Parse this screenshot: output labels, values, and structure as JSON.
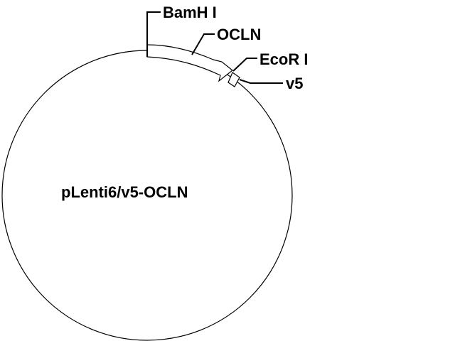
{
  "plasmid": {
    "name": "pLenti6/v5-OCLN"
  },
  "features": {
    "bamhi": "BamH I",
    "ocln": "OCLN",
    "ecori": "EcoR I",
    "v5": "v5"
  },
  "colors": {
    "stroke": "#000000",
    "fill": "#ffffff",
    "background": "#ffffff"
  }
}
